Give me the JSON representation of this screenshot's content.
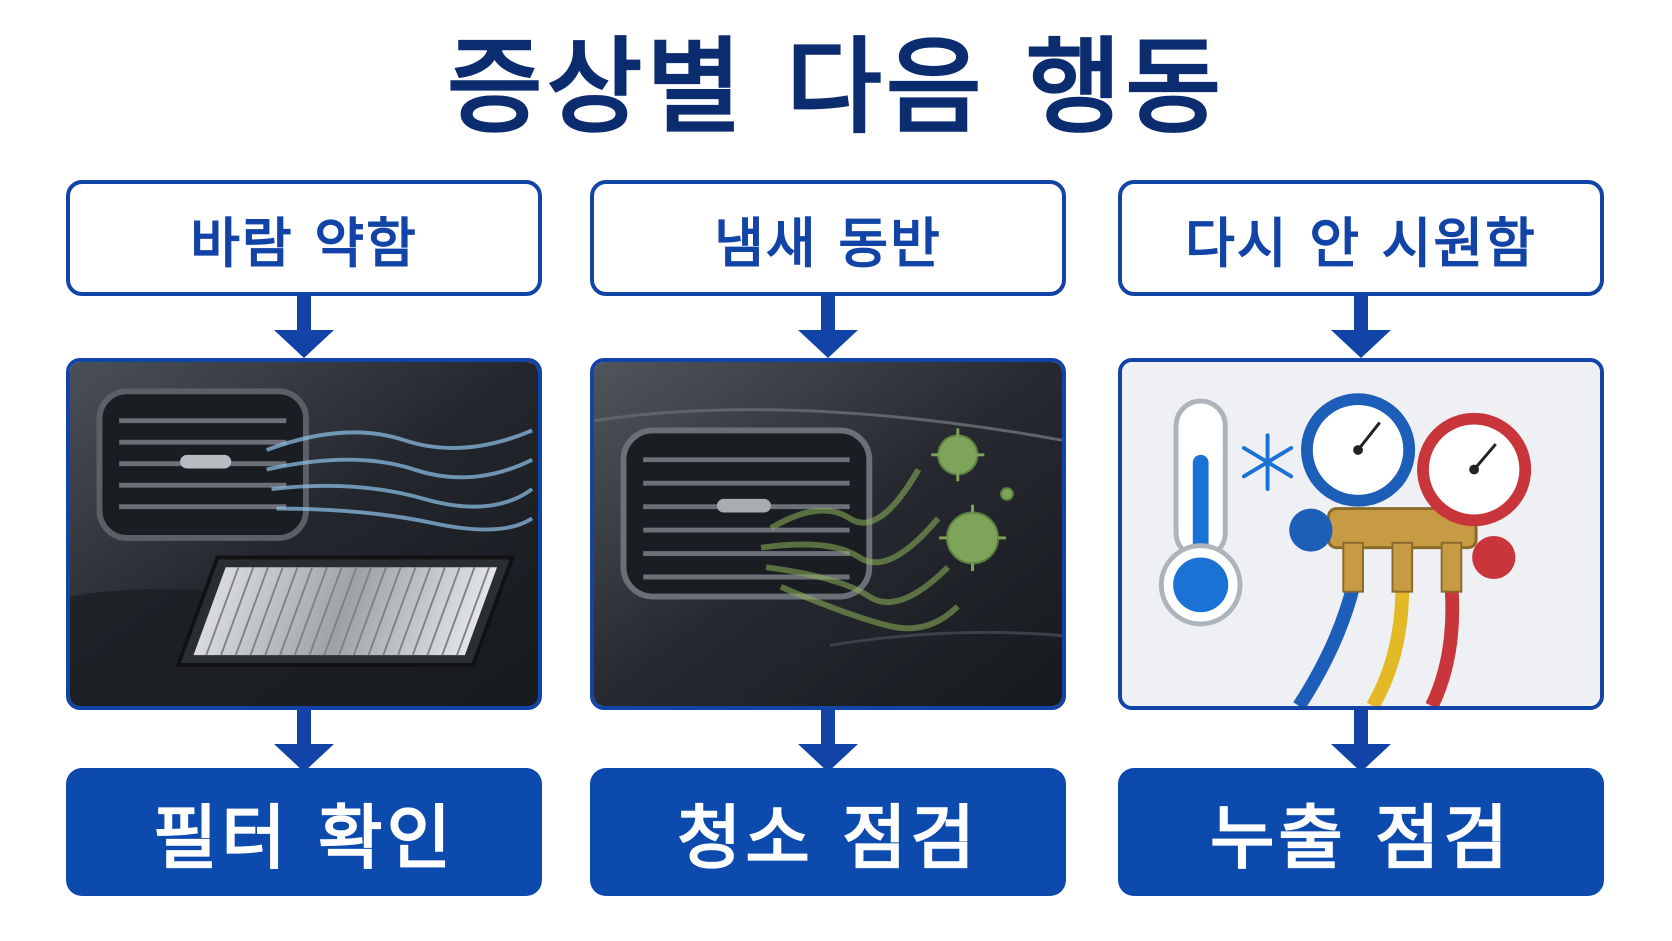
{
  "title": "증상별 다음 행동",
  "colors": {
    "title": "#0b2c6e",
    "accent": "#1244a8",
    "action_bg": "#0d4aad"
  },
  "columns": [
    {
      "symptom": "바람 약함",
      "action": "필터 확인",
      "image_icon": "vent-with-cabin-filter-icon"
    },
    {
      "symptom": "냄새 동반",
      "action": "청소 점검",
      "image_icon": "vent-with-germs-icon"
    },
    {
      "symptom": "다시 안 시원함",
      "action": "누출 점검",
      "image_icon": "thermometer-and-manifold-gauge-icon"
    }
  ]
}
